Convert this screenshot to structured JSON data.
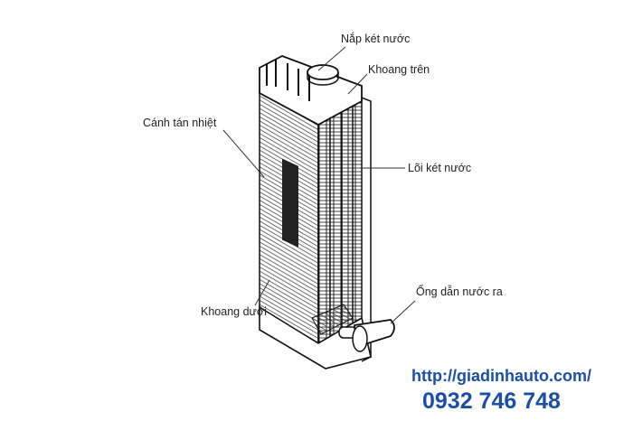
{
  "labels": {
    "cap": "Nắp két nước",
    "upper_tank": "Khoang trên",
    "fins": "Cánh tán nhiệt",
    "core": "Lõi két nước",
    "outlet": "Ống dẫn nước ra",
    "lower_tank": "Khoang dưới"
  },
  "watermark": {
    "url": "http://giadinhauto.com/",
    "phone": "0932 746 748",
    "color": "#1c4fa8"
  }
}
